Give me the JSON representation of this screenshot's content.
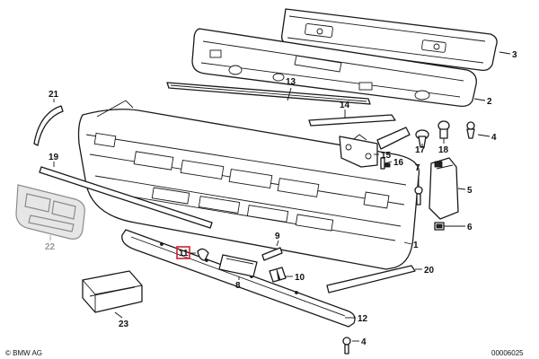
{
  "callouts": [
    {
      "id": "1",
      "label": "1",
      "part": "front-bumper-cover"
    },
    {
      "id": "2",
      "label": "2",
      "part": "bumper-carrier"
    },
    {
      "id": "3",
      "label": "3",
      "part": "bumper-shell"
    },
    {
      "id": "4a",
      "label": "4",
      "part": "screw-top"
    },
    {
      "id": "4b",
      "label": "4",
      "part": "screw-bottom"
    },
    {
      "id": "5",
      "label": "5",
      "part": "side-bracket"
    },
    {
      "id": "6",
      "label": "6",
      "part": "clip-nut"
    },
    {
      "id": "7",
      "label": "7",
      "part": "bolt"
    },
    {
      "id": "8",
      "label": "8",
      "part": "tow-hook-cover"
    },
    {
      "id": "9",
      "label": "9",
      "part": "bracket-clip"
    },
    {
      "id": "10",
      "label": "10",
      "part": "retaining-clip"
    },
    {
      "id": "11",
      "label": "11",
      "part": "cap",
      "highlighted": true
    },
    {
      "id": "12",
      "label": "12",
      "part": "spoiler-lip"
    },
    {
      "id": "13",
      "label": "13",
      "part": "upper-trim-strip"
    },
    {
      "id": "14",
      "label": "14",
      "part": "side-trim-strip"
    },
    {
      "id": "15",
      "label": "15",
      "part": "mounting-bracket"
    },
    {
      "id": "16",
      "label": "16",
      "part": "screw"
    },
    {
      "id": "17",
      "label": "17",
      "part": "expanding-rivet"
    },
    {
      "id": "18",
      "label": "18",
      "part": "nut"
    },
    {
      "id": "19",
      "label": "19",
      "part": "moulding-strip"
    },
    {
      "id": "20",
      "label": "20",
      "part": "lower-trim-strip"
    },
    {
      "id": "21",
      "label": "21",
      "part": "corner-moulding"
    },
    {
      "id": "22",
      "label": "22",
      "part": "licence-plate-base",
      "muted": true
    },
    {
      "id": "23",
      "label": "23",
      "part": "repair-kit"
    }
  ],
  "footer": {
    "copyright": "© BMW AG",
    "drawing_number": "00006025"
  },
  "colors": {
    "line": "#1a1a1a",
    "highlight": "#d21f2b",
    "muted": "#9a9a9a"
  }
}
